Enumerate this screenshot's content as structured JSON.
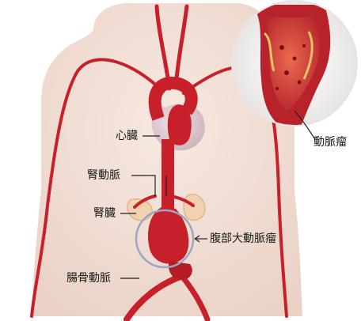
{
  "labels": {
    "heart": "心臓",
    "renal_artery": "腎動脈",
    "kidney": "腎臓",
    "iliac_artery": "腸骨動脈",
    "aaa": "腹部大動脈瘤",
    "aneurysm": "動脈瘤"
  },
  "colors": {
    "artery": "#c8202a",
    "artery_dark": "#9c1219",
    "body_skin": "#f2ddd2",
    "kidney": "#f0d2b0",
    "magnifier_ring": "#9aa6c2",
    "leader_line": "#222222"
  }
}
